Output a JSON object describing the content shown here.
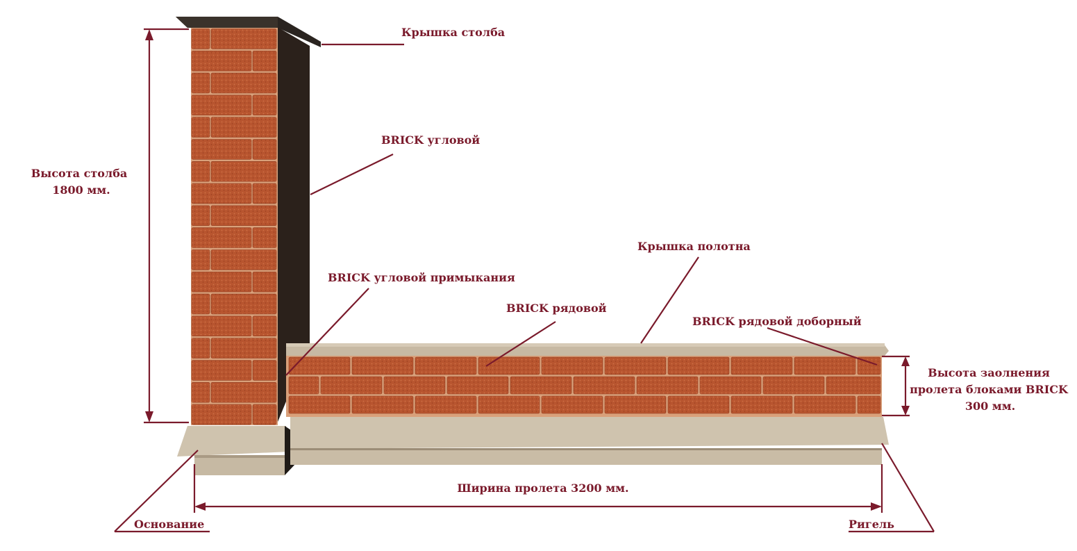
{
  "labels": {
    "post_cap": "Крышка столба",
    "brick_corner": "BRICK угловой",
    "post_height_line1": "Высота столба",
    "post_height_line2": "1800 мм.",
    "wall_cap": "Крышка полотна",
    "brick_corner_adjoining": "BRICK угловой примыкания",
    "brick_row": "BRICK рядовой",
    "brick_row_extra": "BRICK рядовой доборный",
    "fill_height_line1": "Высота заолнения",
    "fill_height_line2": "пролета блоками BRICK",
    "fill_height_line3": "300 мм.",
    "span_width": "Ширина пролета 3200 мм.",
    "base": "Основание",
    "crossbar": "Ригель"
  },
  "colors": {
    "annotation": "#7a1a2b",
    "brick": "#b5532f",
    "brick_shade": "#8f3d20",
    "mortar": "#d9a07a",
    "concrete": "#cfc2ad",
    "concrete_shade": "#a99a84",
    "post_cap": "#2a2420",
    "side_dark": "#2b211b"
  }
}
